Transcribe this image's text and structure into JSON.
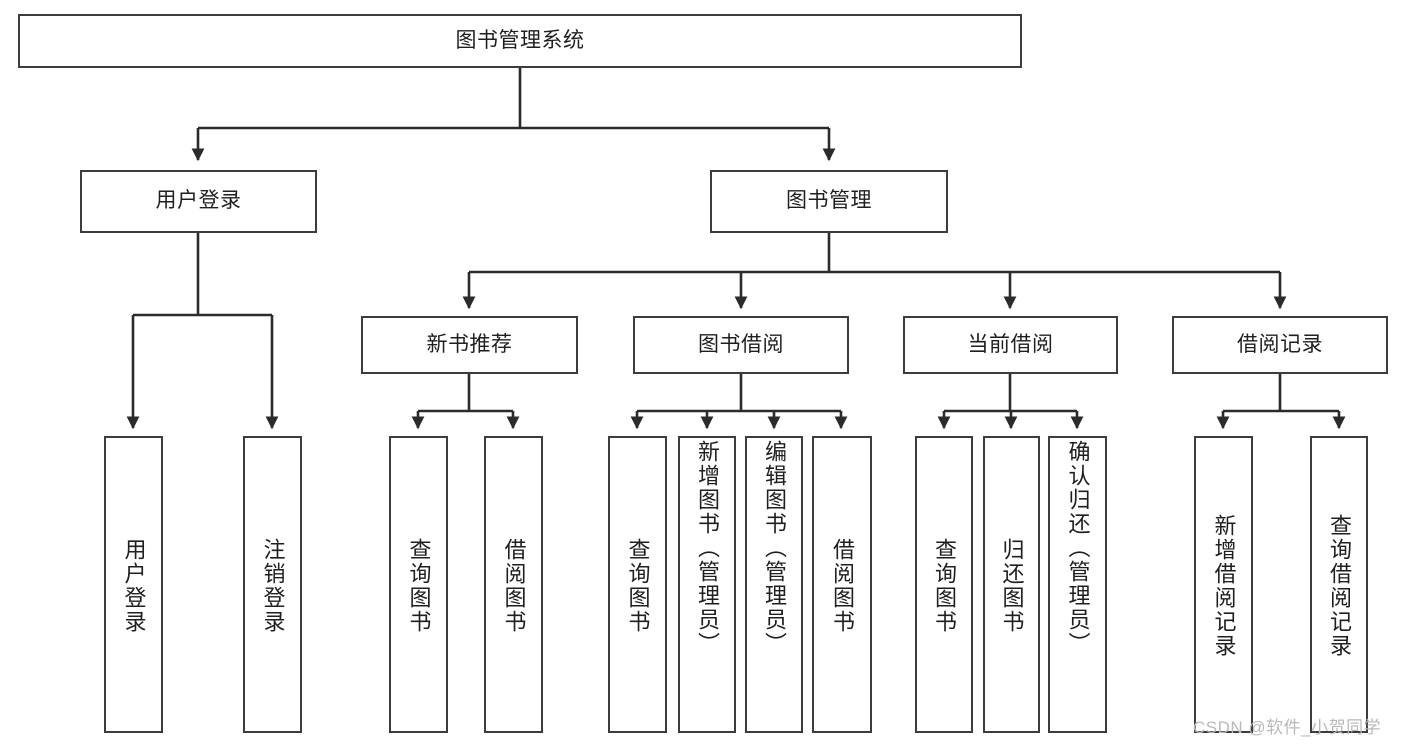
{
  "diagram": {
    "title": "图书管理系统",
    "type": "tree",
    "watermark": "CSDN @软件_小贺同学",
    "colors": {
      "box_border": "#3c3c3c",
      "box_fill": "#ffffff",
      "connector": "#2b2b2b",
      "text": "#1f1f1f",
      "watermark": "#b9b9b9"
    },
    "root": {
      "label": "图书管理系统"
    },
    "level2": [
      {
        "label": "用户登录"
      },
      {
        "label": "图书管理"
      }
    ],
    "level3": [
      {
        "label": "新书推荐"
      },
      {
        "label": "图书借阅"
      },
      {
        "label": "当前借阅"
      },
      {
        "label": "借阅记录"
      }
    ],
    "leaves": {
      "user_login": [
        {
          "label": "用户登录"
        },
        {
          "label": "注销登录"
        }
      ],
      "new_book_recommend": [
        {
          "label": "查询图书"
        },
        {
          "label": "借阅图书"
        }
      ],
      "book_borrow": [
        {
          "label": "查询图书"
        },
        {
          "label": "新增图书（管理员）"
        },
        {
          "label": "编辑图书（管理员）"
        },
        {
          "label": "借阅图书"
        }
      ],
      "current_borrow": [
        {
          "label": "查询图书"
        },
        {
          "label": "归还图书"
        },
        {
          "label": "确认归还（管理员）"
        }
      ],
      "borrow_record": [
        {
          "label": "新增借阅记录"
        },
        {
          "label": "查询借阅记录"
        }
      ]
    }
  }
}
